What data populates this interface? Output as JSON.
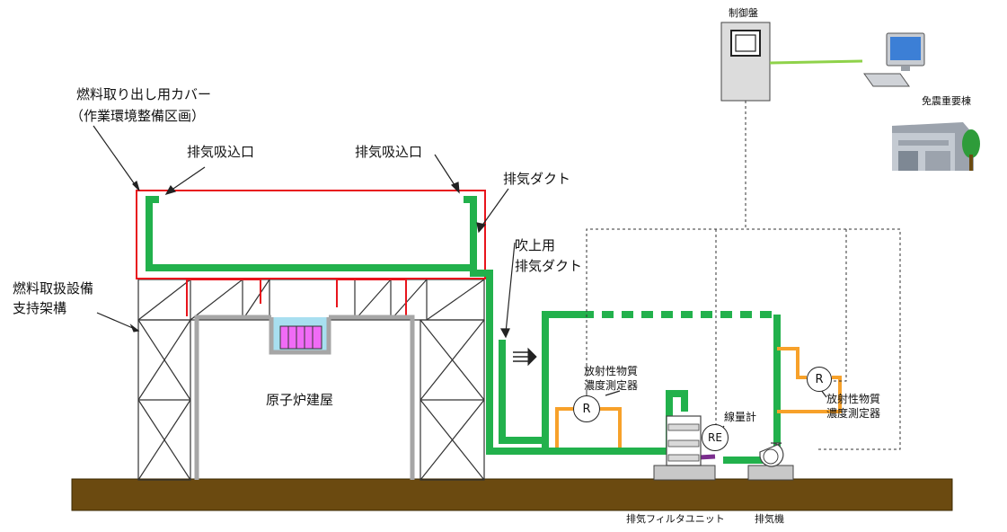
{
  "labels": {
    "cover_line1": "燃料取り出し用カバー",
    "cover_line2": "（作業環境整備区画）",
    "exhaust_intake_left": "排気吸込口",
    "exhaust_intake_right": "排気吸込口",
    "exhaust_duct": "排気ダクト",
    "blowup_line1": "吹上用",
    "blowup_line2": "排気ダクト",
    "support_line1": "燃料取扱設備",
    "support_line2": "支持架構",
    "reactor_building": "原子炉建屋",
    "control_panel": "制御盤",
    "important_building": "免震重要棟",
    "monitor_left_line1": "放射性物質",
    "monitor_left_line2": "濃度測定器",
    "monitor_right_line1": "放射性物質",
    "monitor_right_line2": "濃度測定器",
    "dosimeter": "線量計",
    "filter_unit": "排気フィルタユニット",
    "exhaust_fan": "排気機"
  },
  "instruments": {
    "r_left": "R",
    "r_right": "R",
    "re": "RE"
  },
  "colors": {
    "duct_green": "#22b14c",
    "cover_red": "#e8141c",
    "ground_brown": "#6b4a10",
    "sample_orange": "#f7a12a",
    "fuel_magenta": "#f06bf6",
    "pool_blue": "#a8dff0",
    "building_gray": "#a6a6a6",
    "signal_green": "#8fd24a"
  }
}
